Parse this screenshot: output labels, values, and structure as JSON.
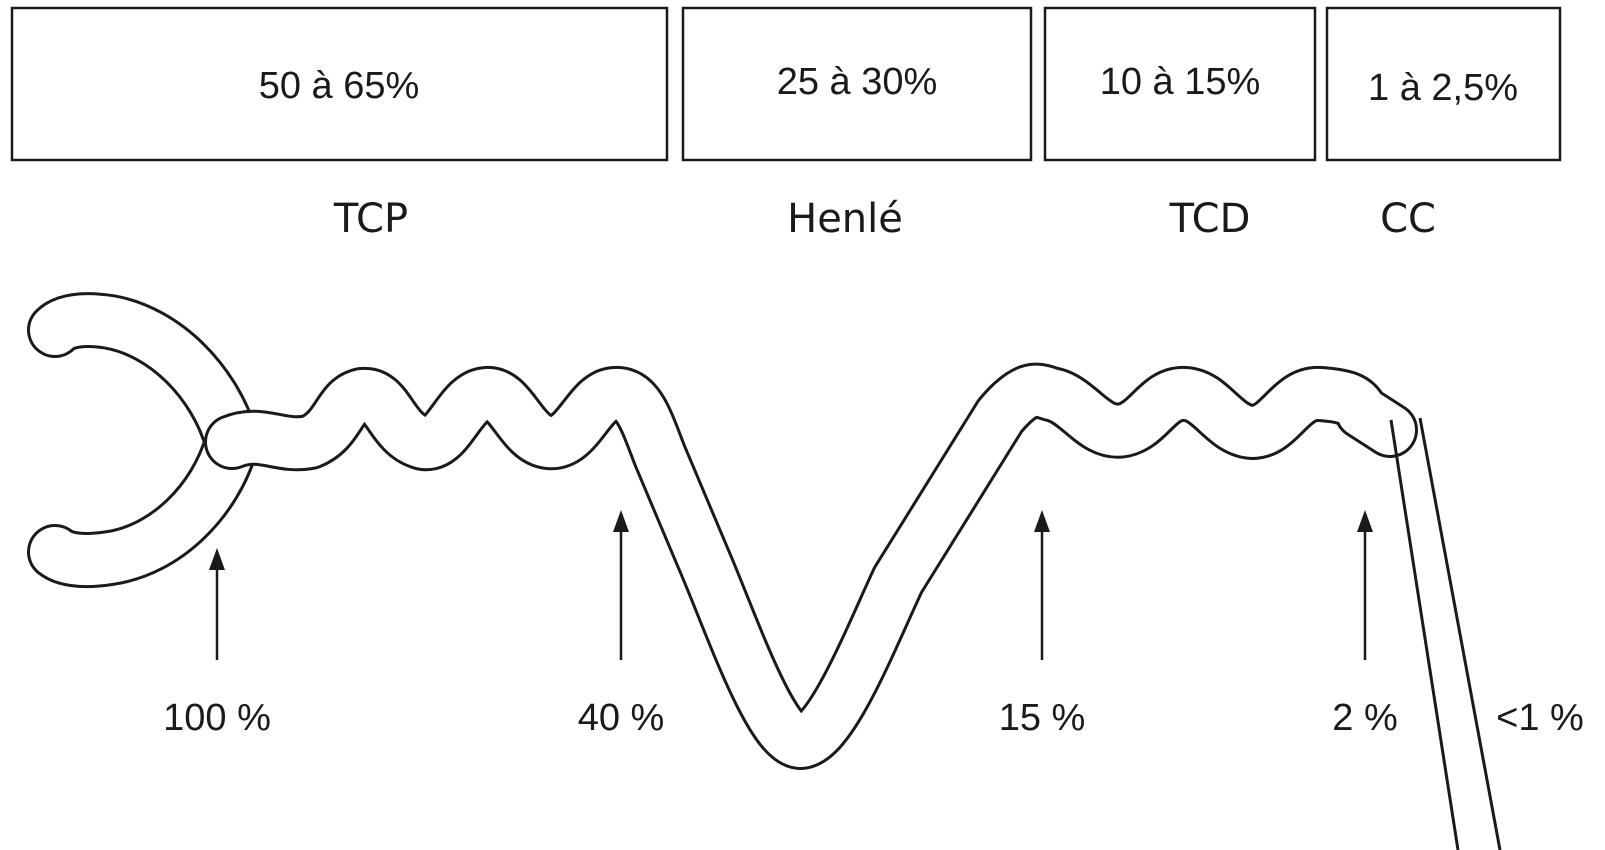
{
  "boxes": [
    {
      "id": "tcp",
      "value": "50 à 65%",
      "segment": "TCP"
    },
    {
      "id": "henle",
      "value": "25 à 30%",
      "segment": "Henlé"
    },
    {
      "id": "tcd",
      "value": "10 à 15%",
      "segment": "TCD"
    },
    {
      "id": "cc",
      "value": "1 à 2,5%",
      "segment": "CC"
    }
  ],
  "markers": [
    {
      "id": "100",
      "label": "100 %"
    },
    {
      "id": "40",
      "label": "40 %"
    },
    {
      "id": "15",
      "label": "15 %"
    },
    {
      "id": "2",
      "label": "2 %"
    },
    {
      "id": "lt1",
      "label": "<1 %"
    }
  ],
  "colors": {
    "ink": "#1a1a1a",
    "paper": "#ffffff"
  }
}
